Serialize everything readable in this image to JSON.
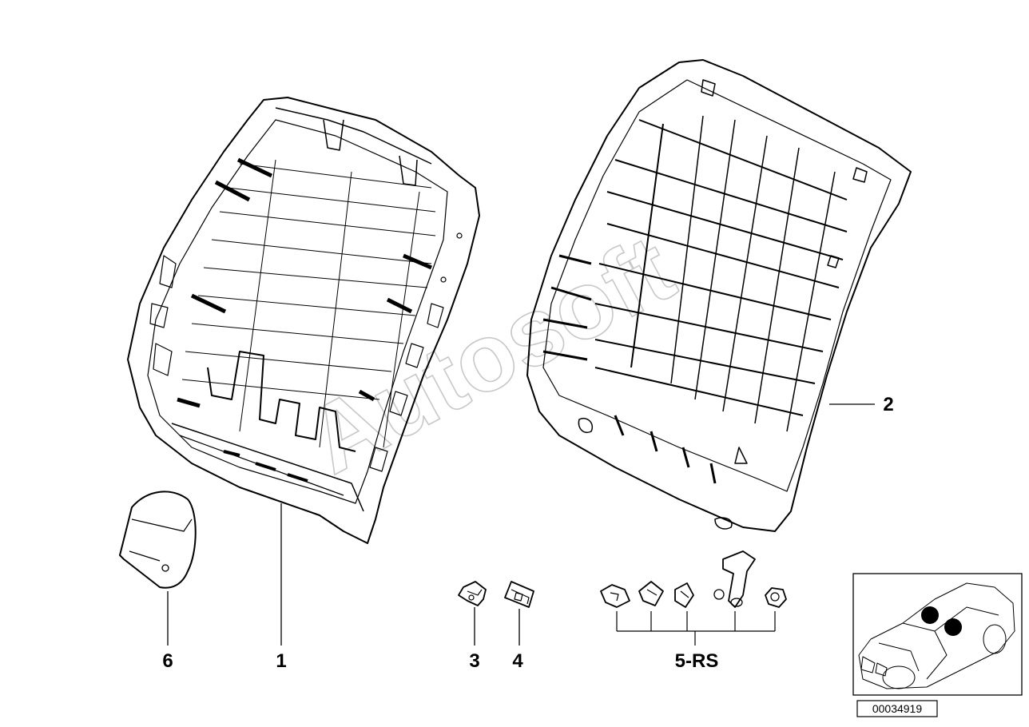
{
  "callouts": {
    "c1": "1",
    "c2": "2",
    "c3": "3",
    "c4": "4",
    "c5": "5-RS",
    "c6": "6"
  },
  "watermark": "Autosoft",
  "part_id": "00034919",
  "colors": {
    "line": "#000000",
    "background": "#ffffff",
    "watermark": "#c8c8c8",
    "marker": "#000000"
  }
}
